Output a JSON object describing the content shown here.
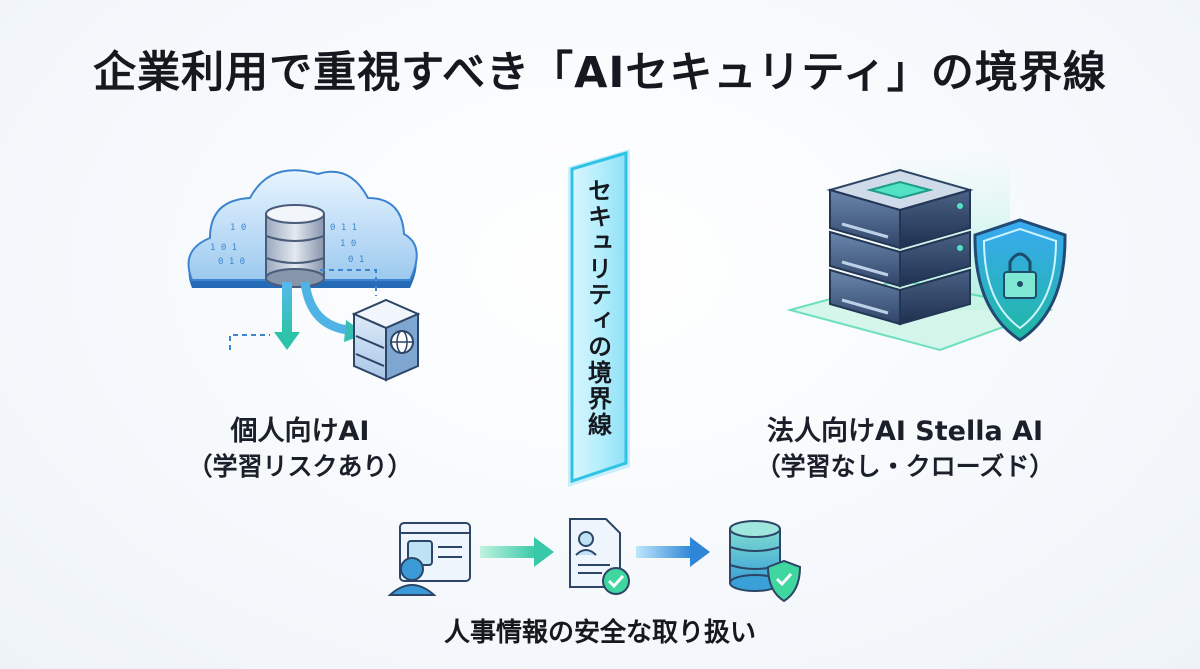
{
  "title": "企業利用で重視すべき「AIセキュリティ」の境界線",
  "left": {
    "name": "個人向けAI",
    "note": "（学習リスクあり）",
    "icons": [
      "cloud-icon",
      "database-icon",
      "server-globe-icon"
    ]
  },
  "wall": {
    "label": "セキュリティの境界線"
  },
  "right": {
    "name": "法人向けAI Stella AI",
    "note": "（学習なし・クローズド）",
    "icons": [
      "server-stack-icon",
      "shield-lock-icon"
    ]
  },
  "flow": {
    "caption": "人事情報の安全な取り扱い",
    "icons": [
      "profile-card-icon",
      "document-check-icon",
      "database-shield-icon"
    ]
  },
  "colors": {
    "primary_blue": "#2f7fd1",
    "teal": "#2ec7c2",
    "green": "#3fd6a0",
    "navy": "#2d4566"
  }
}
